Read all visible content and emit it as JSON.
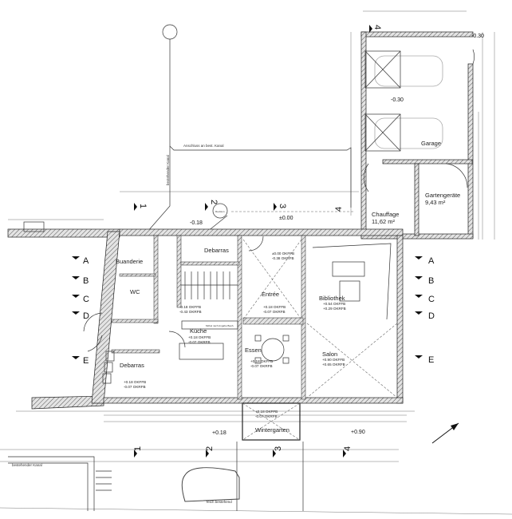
{
  "rooms": {
    "buanderie": "Buanderie",
    "wc": "WC",
    "debarras_top": "Debarras",
    "debarras_bottom": "Debarras",
    "kueche": "Küche",
    "entree": "Entrée",
    "essen": "Essen",
    "bibliothek": "Bibliothek",
    "salon": "Salon",
    "wintergarten": "Wintergarten",
    "garage": "Garage",
    "chauffage": "Chauffage",
    "chauffage_area": "11,62 m²",
    "gartengeraete": "Gartengeräte",
    "gartengeraete_area": "9,43 m²"
  },
  "levels": {
    "entrance_ok": "±0.00 OKFFB",
    "entrance_rk": "-0.38 OKRFB",
    "entree_ok": "+0.18 OKFFB",
    "entree_rk": "-0.07 OKRFB",
    "bibliothek_ok": "+0.54 OKFFB",
    "bibliothek_rk": "+0.29 OKRFB",
    "salon_ok": "+0.90 OKFFB",
    "salon_rk": "+0.65 OKRFB",
    "essen_ok": "+0.18 OKFFB",
    "essen_rk": "-0.07 OKRFB",
    "kueche_ok": "+0.18 OKFFB",
    "kueche_rk": "-0.07 OKRFB",
    "hall_ok": "-0.18 OKFFB",
    "hall_rk": "-0.43 OKRFB",
    "debarras_ok": "+0.18 OKFFB",
    "debarras_rk": "-0.07 OKRFB",
    "wintergarten_ok": "+0.18 OKFFB",
    "wintergarten_rk": "-0.07 OKRFB"
  },
  "spot_heights": {
    "garage": "-0.30",
    "garage_door": "-0.30",
    "west": "-0.18",
    "zero": "±0.00",
    "south_left": "+0.18",
    "south_right": "+0.90"
  },
  "section_markers": [
    "A",
    "B",
    "C",
    "D",
    "E"
  ],
  "axis_markers": [
    "1",
    "2",
    "3",
    "4"
  ],
  "notes": {
    "anschluss": "Anschluss an best. Kanal",
    "kanal": "bestehender Kanal",
    "kanal_bottom": "bestehender Kanal",
    "teich": "Teich bestehend",
    "revision": "Revision",
    "kueche_note": "Möbel nach Angabe Bauh."
  }
}
